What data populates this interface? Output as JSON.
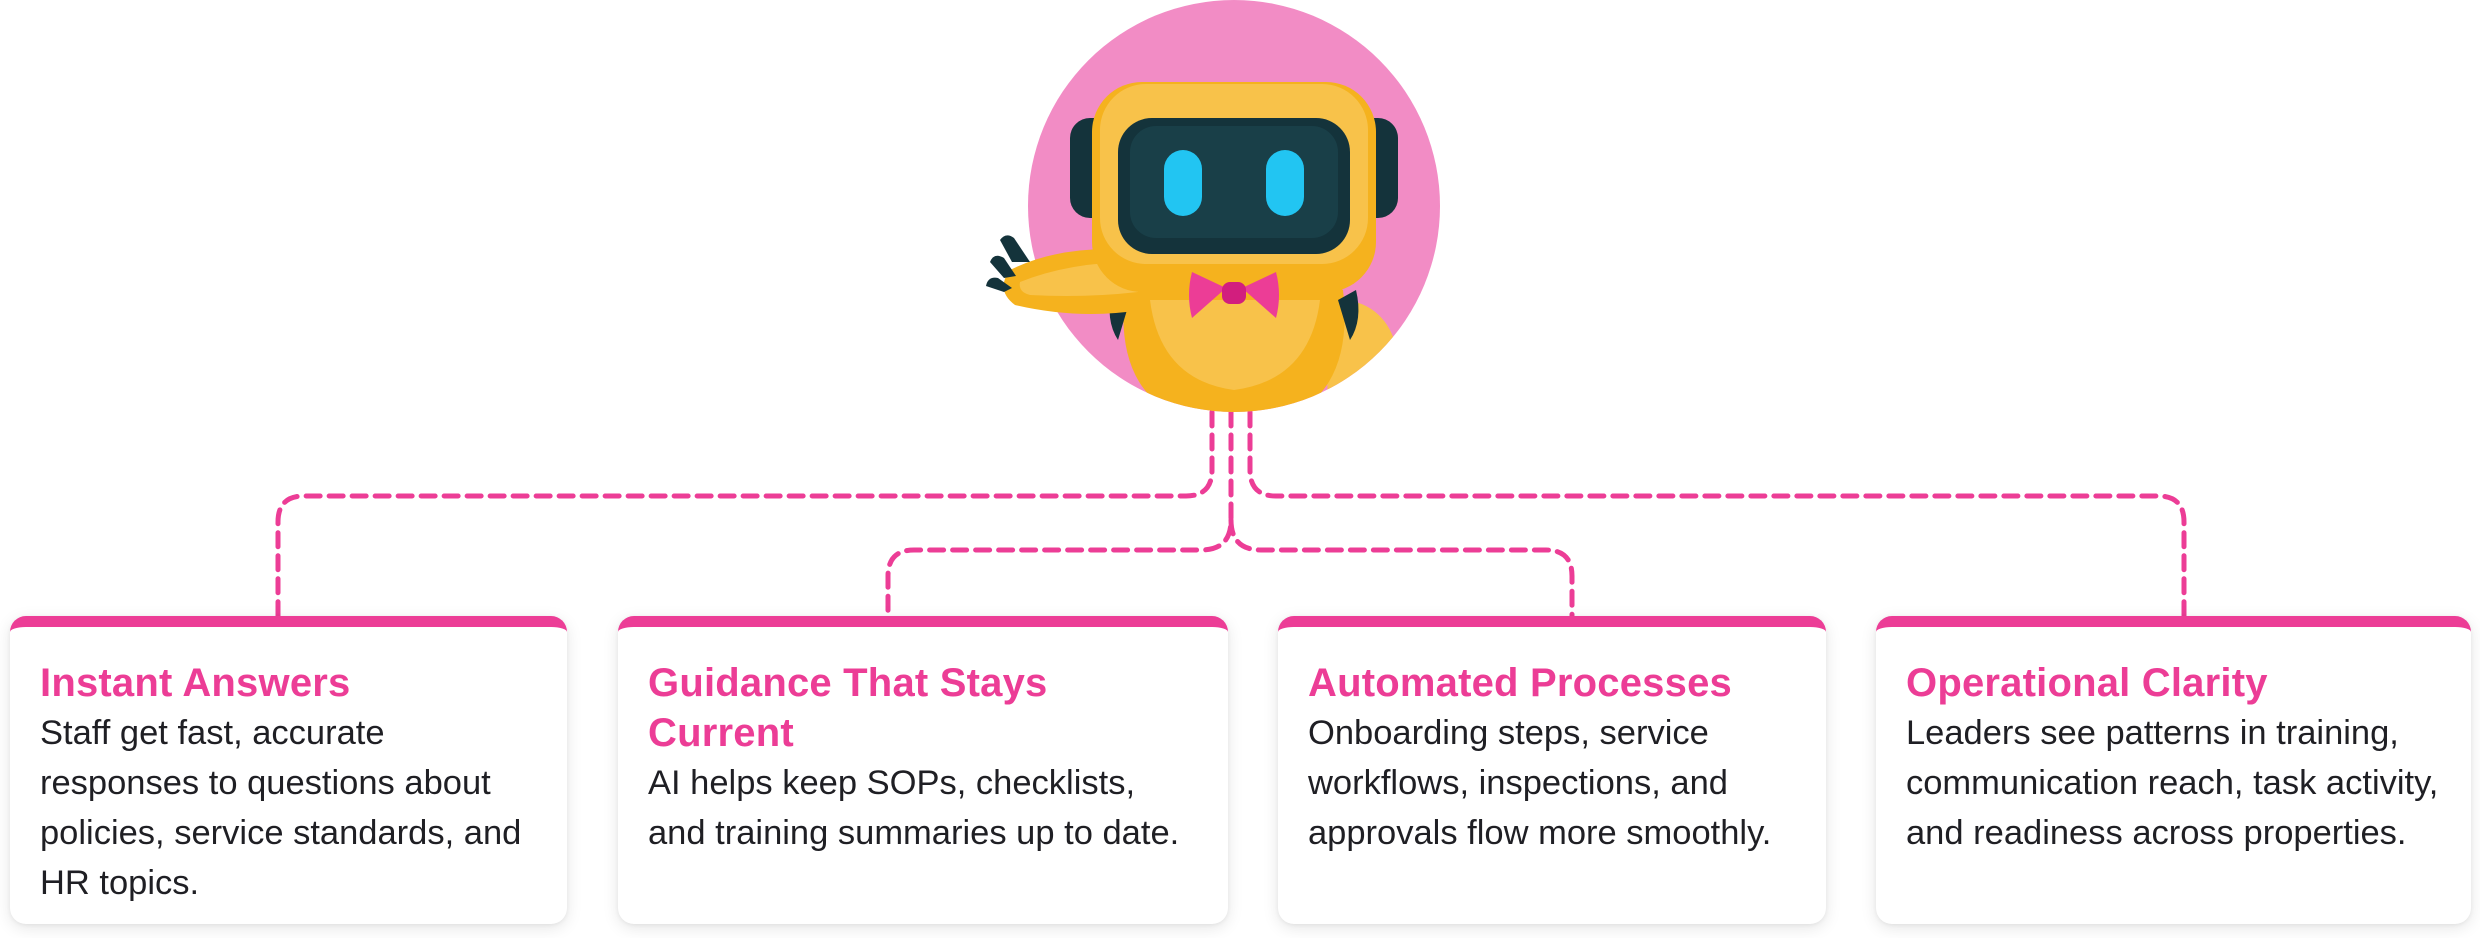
{
  "colors": {
    "accent": "#ec3d96",
    "connector": "#ec3d96",
    "mascot_circle": "#f28cc5",
    "robot_body": "#f5b21e",
    "robot_visor": "#14333b",
    "robot_eyes": "#22c5f2",
    "bow_tie": "#ec3d96",
    "text": "#1f1f24"
  },
  "mascot": {
    "icon": "robot-mascot-icon"
  },
  "cards": [
    {
      "title": "Instant Answers",
      "body": "Staff get fast, accurate responses to questions about policies, service standards, and HR topics."
    },
    {
      "title": "Guidance That Stays Current",
      "body": "AI helps keep SOPs, checklists, and training summaries up to date."
    },
    {
      "title": "Automated Processes",
      "body": "Onboarding steps, service workflows, inspections, and approvals flow more smoothly."
    },
    {
      "title": "Operational Clarity",
      "body": "Leaders see patterns in training, communication reach, task activity, and readiness across properties."
    }
  ]
}
